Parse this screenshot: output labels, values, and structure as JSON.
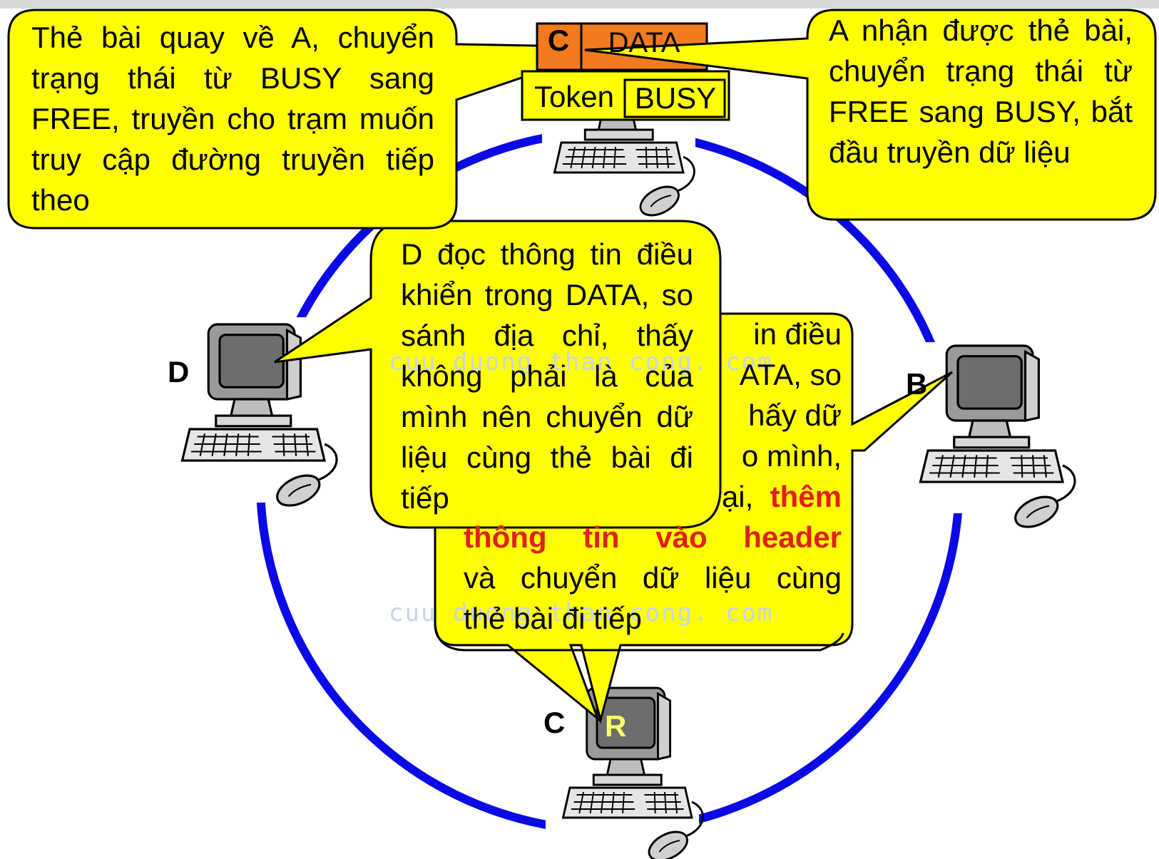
{
  "colors": {
    "ring": "#0a0ae6",
    "callout_fill": "#ffff00",
    "frame_fill": "#f47a1f",
    "highlight": "#e0201b"
  },
  "nodes": {
    "b": "B",
    "c": "C",
    "d": "D"
  },
  "frame": {
    "src": "C",
    "data": "DATA",
    "token": "Token",
    "state": "BUSY"
  },
  "screen_mark": "R",
  "callouts": {
    "top_left": "Thẻ bài quay về A, chuyển trạng thái từ BUSY sang FREE, truyền cho trạm muốn truy cập đường truyền tiếp theo",
    "top_right": "A nhận được thẻ bài, chuyển trạng thái từ FREE sang BUSY, bắt đầu truyền dữ liệu",
    "middle": "D đọc thông tin điều khiển trong DATA, so sánh địa chỉ, thấy không phải là của mình nên chuyển dữ liệu cùng thẻ bài đi tiếp",
    "lower": {
      "line1": "in điều",
      "line2": "ATA, so",
      "line3": "hấy dữ",
      "line4": "o mình,",
      "line5_text": "ại,",
      "line5_red": "thêm",
      "line6_red": "thông tin vào header",
      "line7": "và chuyển dữ liệu cùng",
      "line8": "thẻ bài đi tiếp"
    }
  },
  "watermark": "cuu duong than cong. com"
}
